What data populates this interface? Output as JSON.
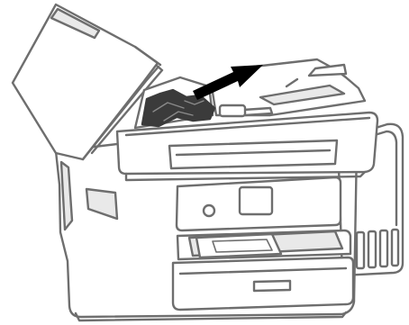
{
  "illustration": {
    "subject": "printer-adf-paper-jam",
    "parts": [
      "adf-cover-open",
      "jammed-paper",
      "removal-arrow",
      "document-tray",
      "control-panel",
      "output-tray",
      "paper-cassette",
      "ink-tank-unit"
    ],
    "arrow_direction": "up-right"
  },
  "colors": {
    "outline": "#6e6e6e",
    "body_fill": "#ffffff",
    "shade": "#e9e9e9",
    "jam_fill": "#3b3b3b",
    "arrow_fill": "#000000",
    "background": "#ffffff"
  },
  "icons": {
    "panel_button": "power-button-icon",
    "panel_screen": "lcd-screen-icon"
  }
}
